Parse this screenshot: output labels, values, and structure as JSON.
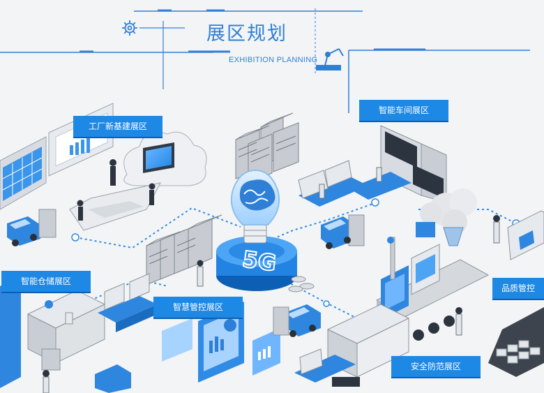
{
  "header": {
    "title_cn": "展区规划",
    "title_en": "EXHIBITION PLANNING",
    "icons": [
      "gear-icon",
      "robot-arm-icon"
    ]
  },
  "center": {
    "badge": "5G"
  },
  "zones": {
    "factory": "工厂新基建展区",
    "workshop": "智能车间展区",
    "warehouse": "智能仓储展区",
    "control": "智慧管控展区",
    "quality": "品质管控",
    "safety": "安全防范展区"
  },
  "colors": {
    "accent": "#1e88e5",
    "accent_dark": "#0b5fb0",
    "line": "#2f7fd6",
    "background": "#f3f4f6",
    "equipment": "#d8dce2"
  }
}
